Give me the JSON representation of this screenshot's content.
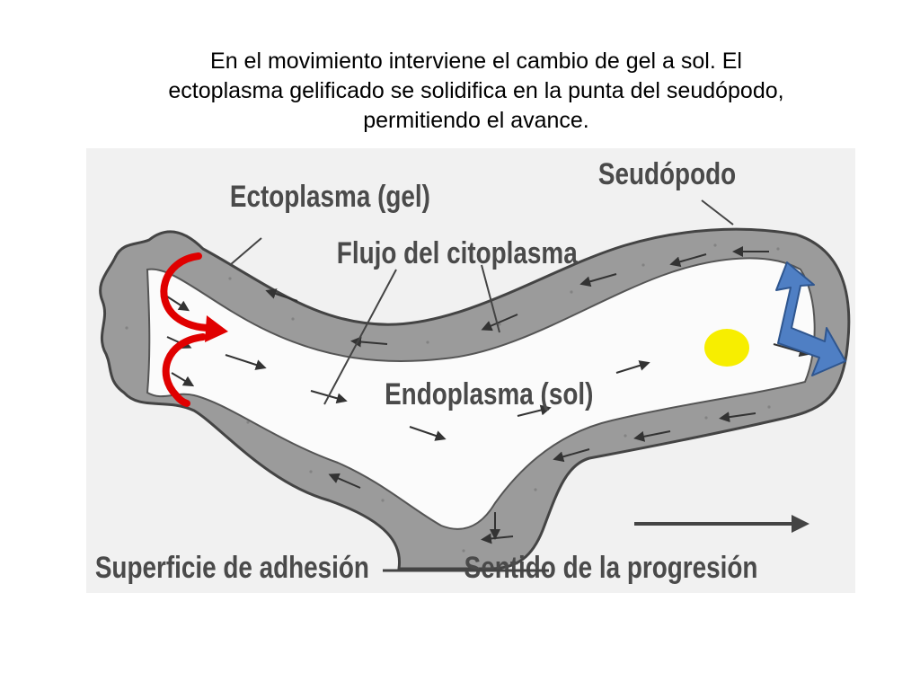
{
  "caption": {
    "line1": "En el movimiento  interviene el cambio de gel a sol. El",
    "line2": "ectoplasma gelificado se solidifica en la punta del seudópodo,",
    "line3": "permitiendo el avance."
  },
  "diagram": {
    "labels": {
      "ectoplasma": "Ectoplasma (gel)",
      "seudopodo": "Seudópodo",
      "flujo": "Flujo del citoplasma",
      "endoplasma": "Endoplasma (sol)",
      "superficie": "Superficie de adhesión",
      "sentido": "Sentido de la progresión"
    },
    "colors": {
      "background": "#f1f1f1",
      "ectoplasm": "#9b9b9b",
      "endoplasm": "#fbfbfb",
      "outline": "#444444",
      "red_arrows": "#e00000",
      "blue_arrow": "#4f7fc4",
      "yellow_dot": "#f7ee00"
    },
    "icons": [
      "red-curved-arrow",
      "blue-bent-arrow",
      "yellow-dot",
      "progression-arrow"
    ]
  }
}
